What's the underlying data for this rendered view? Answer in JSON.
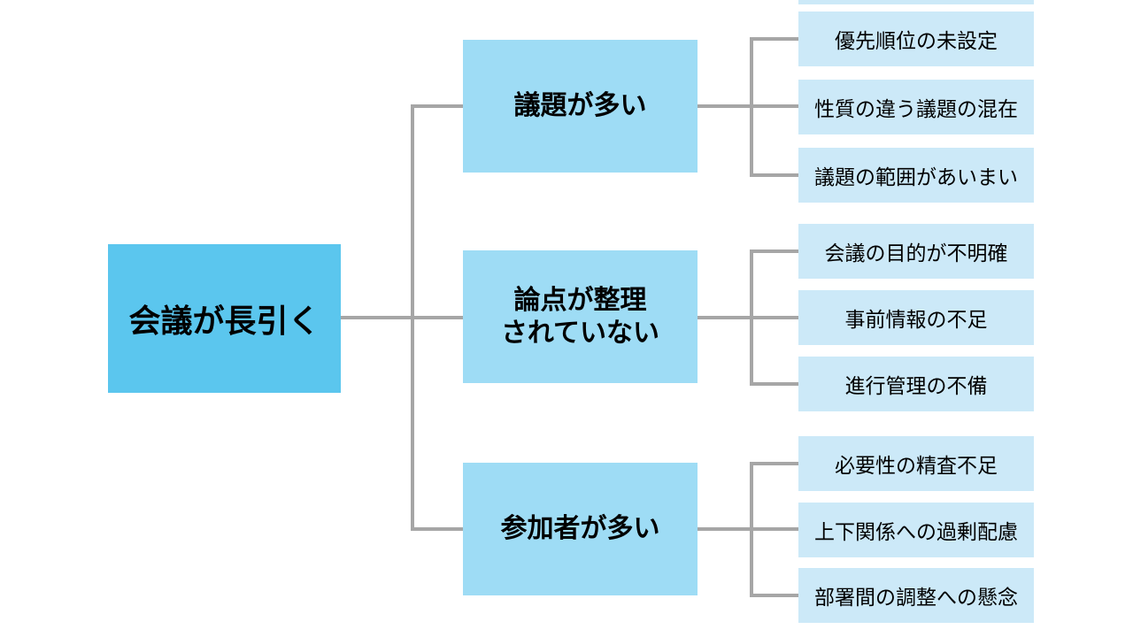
{
  "diagram": {
    "type": "cause-tree",
    "root": {
      "label": "会議が長引く"
    },
    "branches": [
      {
        "label": "議題が多い",
        "leaves": [
          "優先順位の未設定",
          "性質の違う議題の混在",
          "議題の範囲があいまい"
        ]
      },
      {
        "label": "論点が整理\nされていない",
        "leaves": [
          "会議の目的が不明確",
          "事前情報の不足",
          "進行管理の不備"
        ]
      },
      {
        "label": "参加者が多い",
        "leaves": [
          "必要性の精査不足",
          "上下関係への過剰配慮",
          "部署間の調整への懸念"
        ]
      }
    ]
  },
  "colors": {
    "root_fill": "#5bc6ee",
    "branch_fill": "#9edcf5",
    "leaf_fill": "#cce9f8",
    "connector": "#a6a6a6",
    "text": "#000000",
    "background": "#ffffff"
  }
}
